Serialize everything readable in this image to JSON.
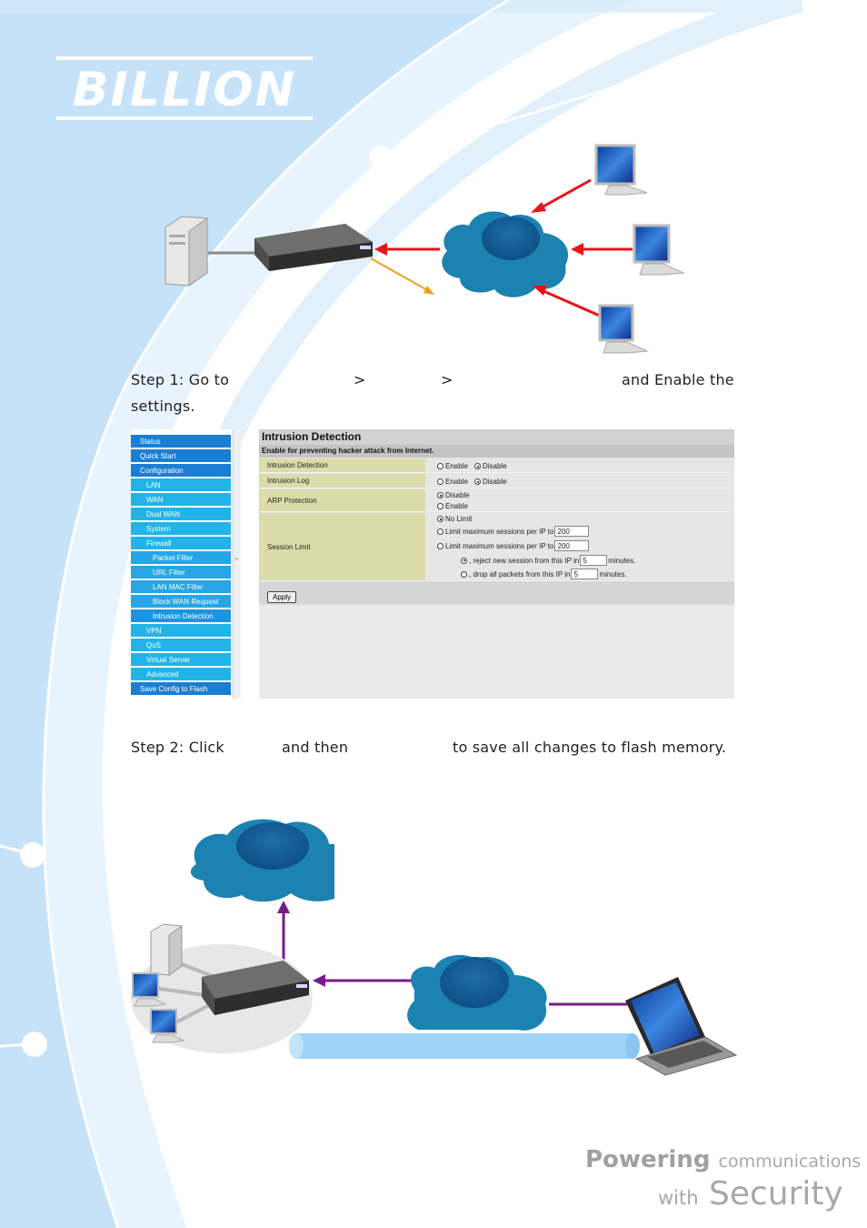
{
  "brand": {
    "logo_text": "BILLION",
    "slogan_line1_bold": "Powering",
    "slogan_line1_rest": "communications",
    "slogan_line2_small": "with",
    "slogan_line2_big": "Security"
  },
  "step1": {
    "prefix": "Step 1: Go to",
    "sep1": ">",
    "sep2": ">",
    "suffix": "and Enable the",
    "line2": "settings."
  },
  "step2": {
    "prefix": "Step 2: Click",
    "middle": "and then",
    "suffix": "to save all changes to flash memory."
  },
  "sidebar": {
    "items": [
      "Status",
      "Quick Start",
      "Configuration",
      "LAN",
      "WAN",
      "Dual WAN",
      "System",
      "Firewall",
      "Packet Filter",
      "URL Filter",
      "LAN MAC Filter",
      "Block WAN Request",
      "Intrusion Detection",
      "VPN",
      "QoS",
      "Virtual Server",
      "Advanced",
      "Save Config to Flash"
    ]
  },
  "panel": {
    "title": "Intrusion Detection",
    "description": "Enable for preventing hacker attack from Internet.",
    "rows": {
      "intrusion_detection": {
        "label": "Intrusion Detection",
        "opt1": "Enable",
        "opt2": "Disable"
      },
      "intrusion_log": {
        "label": "Intrusion Log",
        "opt1": "Enable",
        "opt2": "Disable"
      },
      "arp_protection": {
        "label": "ARP Protection",
        "opt1": "Disable",
        "opt2": "Enable"
      },
      "session_limit": {
        "label": "Session Limit",
        "no_limit": "No Limit",
        "limit_label_a": "Limit maximum sessions per IP to",
        "limit_value_a": "200",
        "limit_label_b": "Limit maximum sessions per IP to",
        "limit_value_b": "200",
        "reject_text": ", reject new session from this IP in",
        "reject_value": "5",
        "reject_unit": "minutes.",
        "drop_text": ", drop all packets from this IP in",
        "drop_value": "5",
        "drop_unit": "minutes."
      }
    },
    "apply_label": "Apply"
  },
  "colors": {
    "arrow_red": "#e8141a",
    "arrow_orange": "#f0a020",
    "arrow_purple": "#7a1a8a",
    "cloud": "#1b7fa8",
    "tunnel": "#9fd3f7",
    "sidebar_dark": "#1a7fd4",
    "sidebar_light": "#22b4e8"
  }
}
